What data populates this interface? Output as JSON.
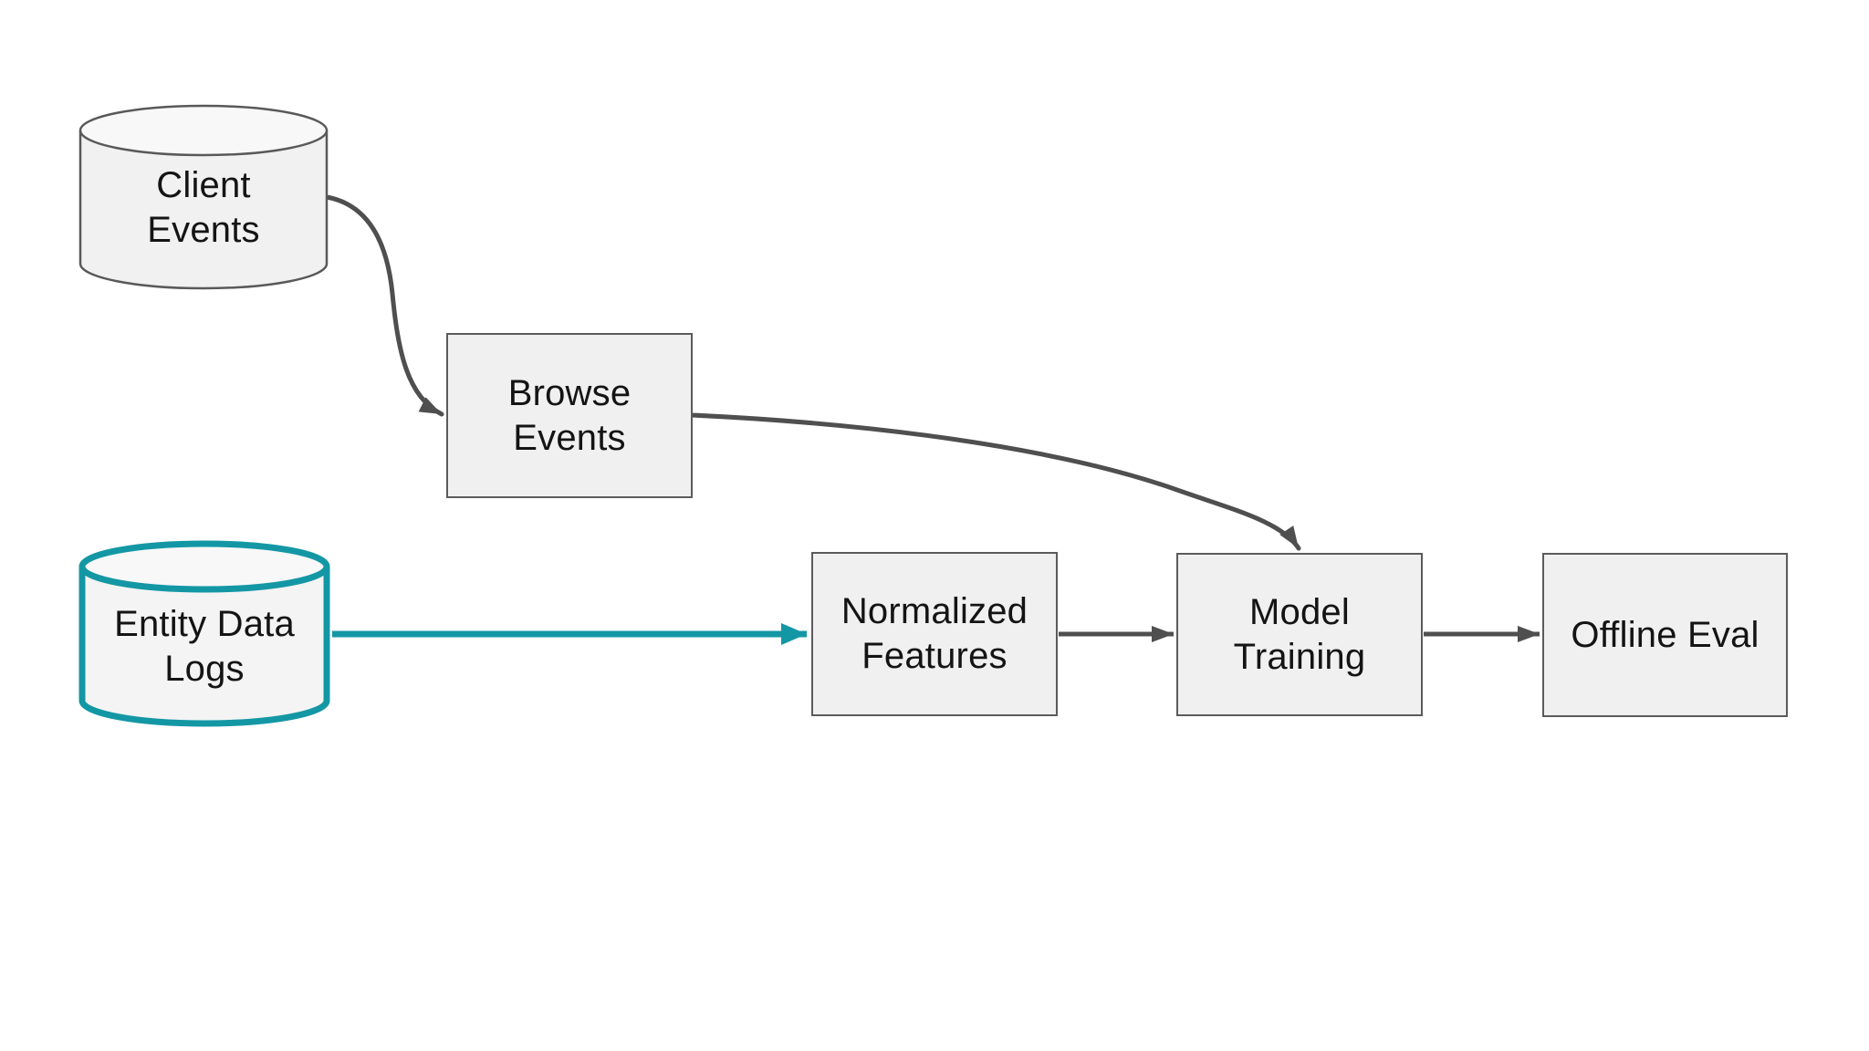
{
  "diagram": {
    "title": "ML pipeline flowchart",
    "background_color": "#ffffff",
    "colors": {
      "node_fill": "#f0f0f0",
      "node_top_fill": "#f8f8f8",
      "node_border_gray": "#5b5b5b",
      "edge_gray": "#4f4f4f",
      "accent_teal": "#1497a4",
      "text": "#141414"
    },
    "nodes": [
      {
        "id": "client-events",
        "type": "cylinder",
        "label": "Client\nEvents",
        "accent": false
      },
      {
        "id": "browse-events",
        "type": "rect",
        "label": "Browse\nEvents",
        "accent": false
      },
      {
        "id": "entity-data-logs",
        "type": "cylinder",
        "label": "Entity Data\nLogs",
        "accent": true
      },
      {
        "id": "normalized-features",
        "type": "rect",
        "label": "Normalized\nFeatures",
        "accent": false
      },
      {
        "id": "model-training",
        "type": "rect",
        "label": "Model\nTraining",
        "accent": false
      },
      {
        "id": "offline-eval",
        "type": "rect",
        "label": "Offline Eval",
        "accent": false
      }
    ],
    "edges": [
      {
        "from": "client-events",
        "to": "browse-events",
        "style": "curved",
        "color": "gray"
      },
      {
        "from": "browse-events",
        "to": "model-training",
        "style": "curved",
        "color": "gray"
      },
      {
        "from": "entity-data-logs",
        "to": "normalized-features",
        "style": "straight",
        "color": "teal"
      },
      {
        "from": "normalized-features",
        "to": "model-training",
        "style": "straight",
        "color": "gray"
      },
      {
        "from": "model-training",
        "to": "offline-eval",
        "style": "straight",
        "color": "gray"
      }
    ]
  }
}
